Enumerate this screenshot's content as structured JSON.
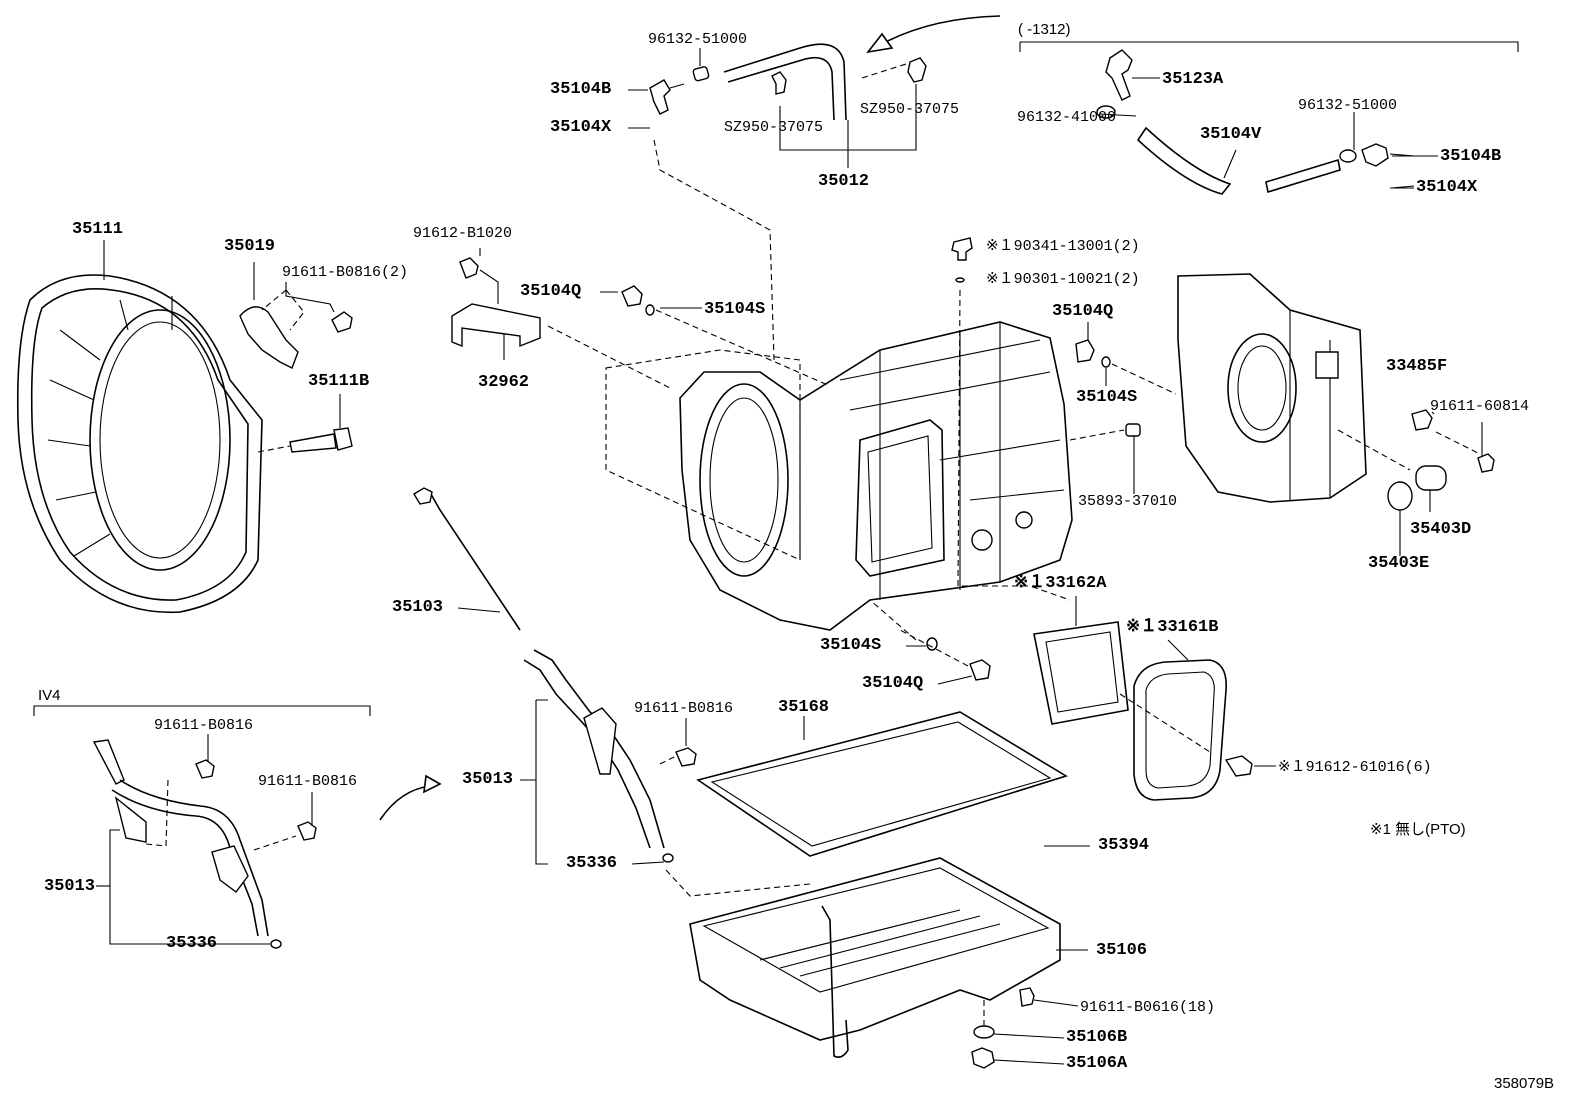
{
  "diagram": {
    "watermark_code": "358079B",
    "footnote": "※1  無し(PTO)",
    "group_range_label": "(      -1312)",
    "group_iv4_label": "IV4",
    "labels": [
      {
        "id": "p35111",
        "text": "35111"
      },
      {
        "id": "p35019",
        "text": "35019"
      },
      {
        "id": "p91611_b0816_2",
        "text": "91611-B0816(2)"
      },
      {
        "id": "p35111b",
        "text": "35111B"
      },
      {
        "id": "p91612_b1020",
        "text": "91612-B1020"
      },
      {
        "id": "p32962",
        "text": "32962"
      },
      {
        "id": "p35104q_a",
        "text": "35104Q"
      },
      {
        "id": "p35104s_a",
        "text": "35104S"
      },
      {
        "id": "p96132_51000_a",
        "text": "96132-51000"
      },
      {
        "id": "p35104b_a",
        "text": "35104B"
      },
      {
        "id": "p35104x_a",
        "text": "35104X"
      },
      {
        "id": "psz950_a",
        "text": "SZ950-37075"
      },
      {
        "id": "psz950_b",
        "text": "SZ950-37075"
      },
      {
        "id": "p35012",
        "text": "35012"
      },
      {
        "id": "p35123a",
        "text": "35123A"
      },
      {
        "id": "p96132_41000",
        "text": "96132-41000"
      },
      {
        "id": "p96132_51000_b",
        "text": "96132-51000"
      },
      {
        "id": "p35104v",
        "text": "35104V"
      },
      {
        "id": "p35104b_b",
        "text": "35104B"
      },
      {
        "id": "p35104x_b",
        "text": "35104X"
      },
      {
        "id": "p90341",
        "text": "※１90341-13001(2)"
      },
      {
        "id": "p90301",
        "text": "※１90301-10021(2)"
      },
      {
        "id": "p35104q_b",
        "text": "35104Q"
      },
      {
        "id": "p35104s_b",
        "text": "35104S"
      },
      {
        "id": "p35893",
        "text": "35893-37010"
      },
      {
        "id": "p33485f",
        "text": "33485F"
      },
      {
        "id": "p91611_60814",
        "text": "91611-60814"
      },
      {
        "id": "p35403d",
        "text": "35403D"
      },
      {
        "id": "p35403e",
        "text": "35403E"
      },
      {
        "id": "p33162a",
        "text": "※１33162A"
      },
      {
        "id": "p33161b",
        "text": "※１33161B"
      },
      {
        "id": "p35103",
        "text": "35103"
      },
      {
        "id": "p35104s_c",
        "text": "35104S"
      },
      {
        "id": "p35104q_c",
        "text": "35104Q"
      },
      {
        "id": "p91611_b0816_a",
        "text": "91611-B0816"
      },
      {
        "id": "p35168",
        "text": "35168"
      },
      {
        "id": "p35013_a",
        "text": "35013"
      },
      {
        "id": "p35336_a",
        "text": "35336"
      },
      {
        "id": "p91612_61016",
        "text": "※１91612-61016(6)"
      },
      {
        "id": "p35394",
        "text": "35394"
      },
      {
        "id": "p35106",
        "text": "35106"
      },
      {
        "id": "p91611_b0616",
        "text": "91611-B0616(18)"
      },
      {
        "id": "p35106b",
        "text": "35106B"
      },
      {
        "id": "p35106a",
        "text": "35106A"
      },
      {
        "id": "p91611_b0816_b",
        "text": "91611-B0816"
      },
      {
        "id": "p91611_b0816_c",
        "text": "91611-B0816"
      },
      {
        "id": "p35013_b",
        "text": "35013"
      },
      {
        "id": "p35336_b",
        "text": "35336"
      }
    ]
  }
}
